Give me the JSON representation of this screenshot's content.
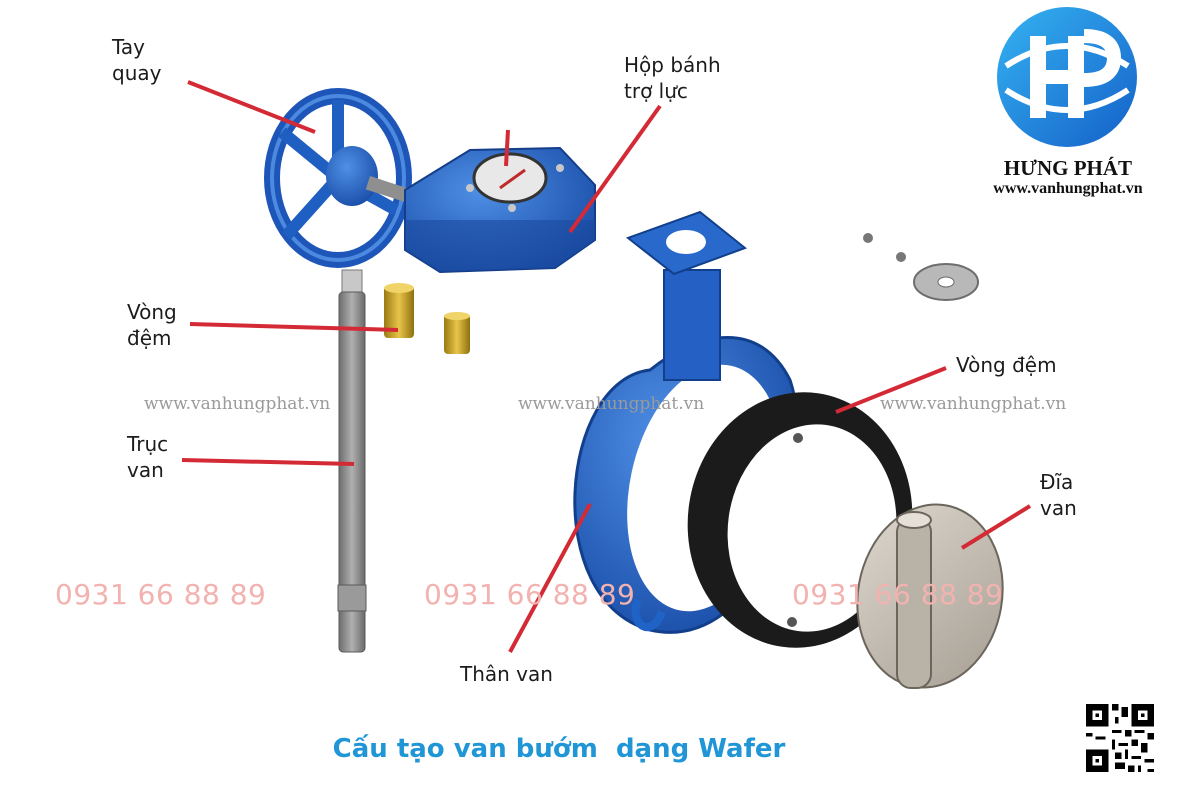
{
  "brand": {
    "name": "HƯNG PHÁT",
    "website": "www.vanhungphat.vn",
    "logo_letters": "HP",
    "colors": {
      "primary": "#1e73d8",
      "light": "#2eaaf0"
    }
  },
  "labels": {
    "tay_quay": "Tay\nquay",
    "hop_banh_tro_luc": "Hộp bánh\ntrợ lực",
    "vong_dem_left": "Vòng\nđệm",
    "truc_van": "Trục\nvan",
    "vong_dem_right": "Vòng đệm",
    "dia_van": "Đĩa\nvan",
    "than_van": "Thân van"
  },
  "watermarks": {
    "url": "www.vanhungphat.vn",
    "phone": "0931 66 88 89"
  },
  "caption": "Cấu tạo van bướm  dạng Wafer",
  "colors": {
    "pointer": "#d42a35",
    "valve_blue": "#1f63c6",
    "seat_black": "#1b1b1b",
    "disc_gray": "#c9c2b8",
    "stem_gray": "#8a8a8a",
    "bushing_gold": "#c9a227",
    "caption": "#2196d6"
  }
}
